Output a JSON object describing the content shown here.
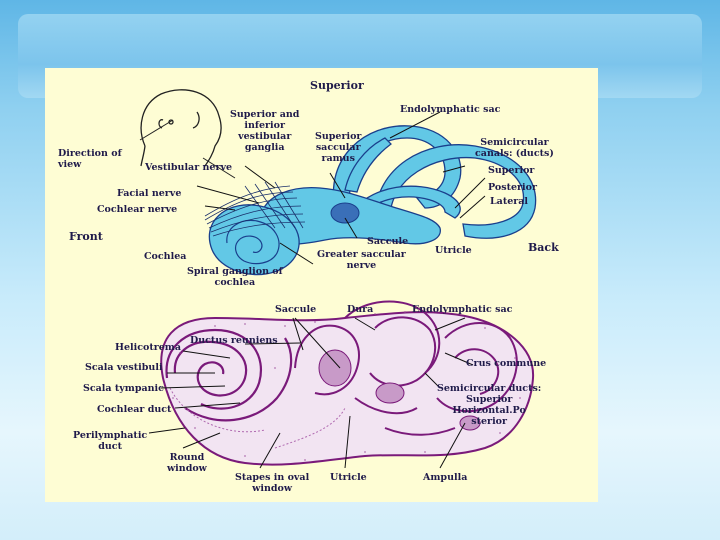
{
  "slide": {
    "top": {
      "superior": "Superior",
      "superior_inferior_vestibular_ganglia": [
        "Superior and",
        "inferior",
        "vestibular",
        "ganglia"
      ],
      "endolymphatic_sac": "Endolymphatic sac",
      "superior_saccular_ramus": [
        "Superior",
        "saccular",
        "ramus"
      ],
      "semicircular_canals": [
        "Semicircular",
        "canals: (ducts)"
      ],
      "direction_of_view": [
        "Direction of",
        "view"
      ],
      "vestibular_nerve": "Vestibular nerve",
      "canal_superior": "Superior",
      "canal_posterior": "Posterior",
      "canal_lateral": "Lateral",
      "facial_nerve": "Facial nerve",
      "cochlear_nerve": "Cochlear nerve",
      "front": "Front",
      "saccule": "Saccule",
      "greater_saccular_nerve": [
        "Greater saccular",
        "nerve"
      ],
      "utricle": "Utricle",
      "back": "Back",
      "cochlea": "Cochlea",
      "spiral_ganglion": [
        "Spiral ganglion of",
        "cochlea"
      ]
    },
    "bottom": {
      "saccule": "Saccule",
      "dura": "Dura",
      "endolymphatic_sac": "Endolymphatic sac",
      "ductus_reuniens": "Ductus reuniens",
      "helicotrema": "Helicotrema",
      "scala_vestibuli": "Scala vestibuli",
      "crus_commune": "Crus commune",
      "scala_tympani": "Scala tympanic",
      "semicircular_ducts": [
        "Semicircular ducts:",
        "Superior",
        "Horizontal.Po",
        "sterior"
      ],
      "cochlear_duct": "Cochlear duct",
      "perilymphatic_duct": [
        "Perilymphatic",
        "duct"
      ],
      "round_window": [
        "Round",
        "window"
      ],
      "stapes_oval_window": [
        "Stapes in oval",
        "window"
      ],
      "utricle": "Utricle",
      "ampulla": "Ampulla"
    }
  },
  "colors": {
    "membrane": "#62c8e6",
    "membrane_outline": "#1a3f8c",
    "tissue": "#7a1a7a",
    "label_text": "#1f1a4a"
  }
}
